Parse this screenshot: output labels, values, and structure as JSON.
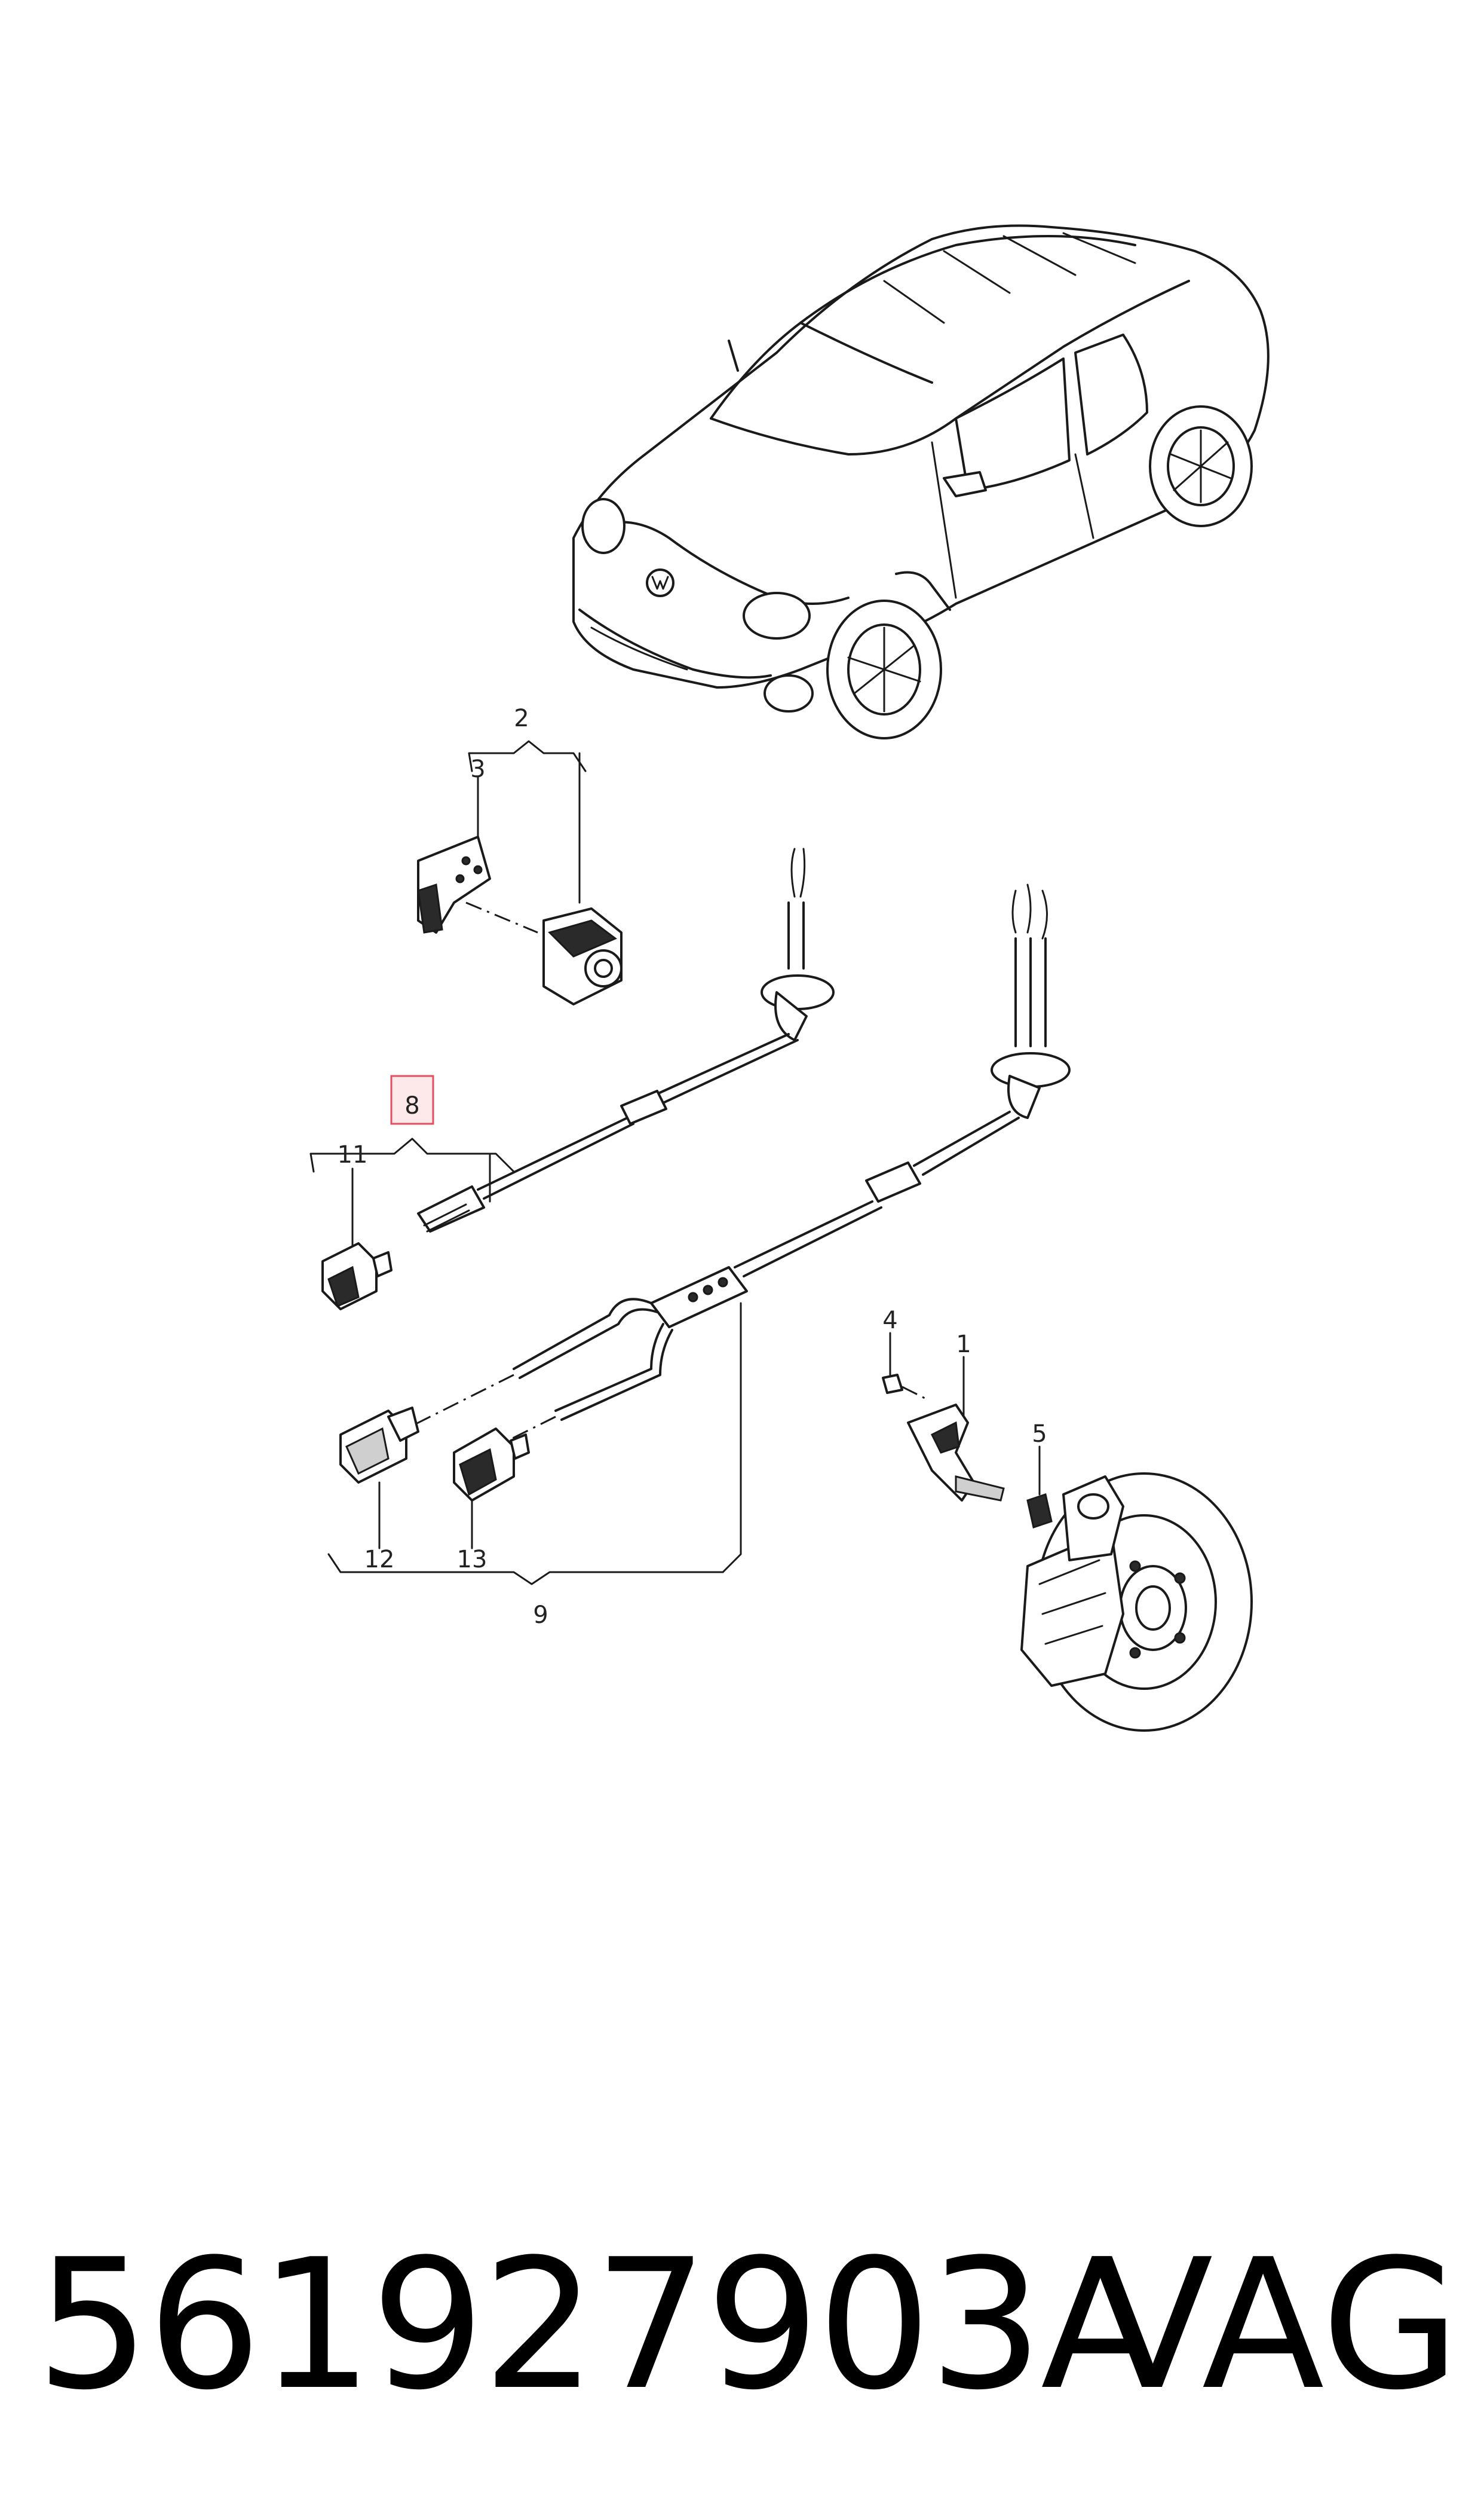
{
  "callouts": {
    "c1": "1",
    "c2": "2",
    "c3": "3",
    "c4": "4",
    "c5": "5",
    "c8": "8",
    "c9": "9",
    "c11": "11",
    "c12": "12",
    "c13": "13"
  },
  "highlight_color": "#e05060",
  "part_number": "561927903A",
  "brand": "VAG"
}
